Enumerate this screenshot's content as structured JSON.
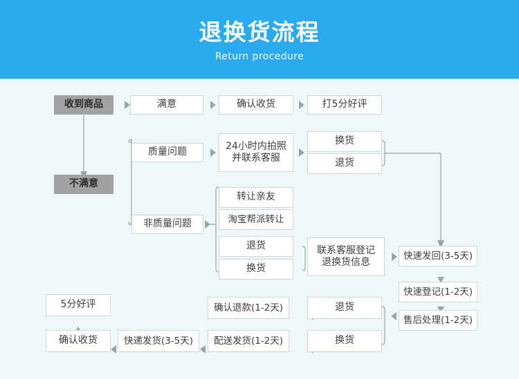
{
  "header": {
    "title": "退换货流程",
    "subtitle": "Return procedure",
    "bg_color": "#29a9ee",
    "text_color": "#ffffff"
  },
  "theme": {
    "page_bg": "#eef7fa",
    "box_bg": "#ffffff",
    "box_border": "#cfd6d8",
    "box_text": "#3d3d3d",
    "gray_box_bg": "#a2a2a2",
    "connector": "#9aa3a6"
  },
  "flow": {
    "nodes": {
      "received": "收到商品",
      "satisfied": "满意",
      "confirm_receipt_top": "确认收货",
      "five_star_top": "打5分好评",
      "unsatisfied": "不满意",
      "quality_issue": "质量问题",
      "photo_contact": "24小时内拍照\n并联系客服",
      "exchange_q": "换货",
      "return_q": "退货",
      "non_quality_issue": "非质量问题",
      "transfer_friend": "转让亲友",
      "taobao_transfer": "淘宝帮派转让",
      "return_nq": "退货",
      "exchange_nq": "换货",
      "contact_service": "联系客服登记\n退换货信息",
      "fast_send_back": "快速发回(3-5天)",
      "fast_register": "快速登记(1-2天)",
      "after_sales": "售后处理(1-2天)",
      "return_bottom": "退货",
      "exchange_bottom": "换货",
      "confirm_refund": "确认退款(1-2天)",
      "delivery_ship": "配送发货(1-2天)",
      "express_ship": "快递发货(3-5天)",
      "confirm_receipt_bottom": "确认收货",
      "five_star_bottom": "5分好评"
    }
  }
}
